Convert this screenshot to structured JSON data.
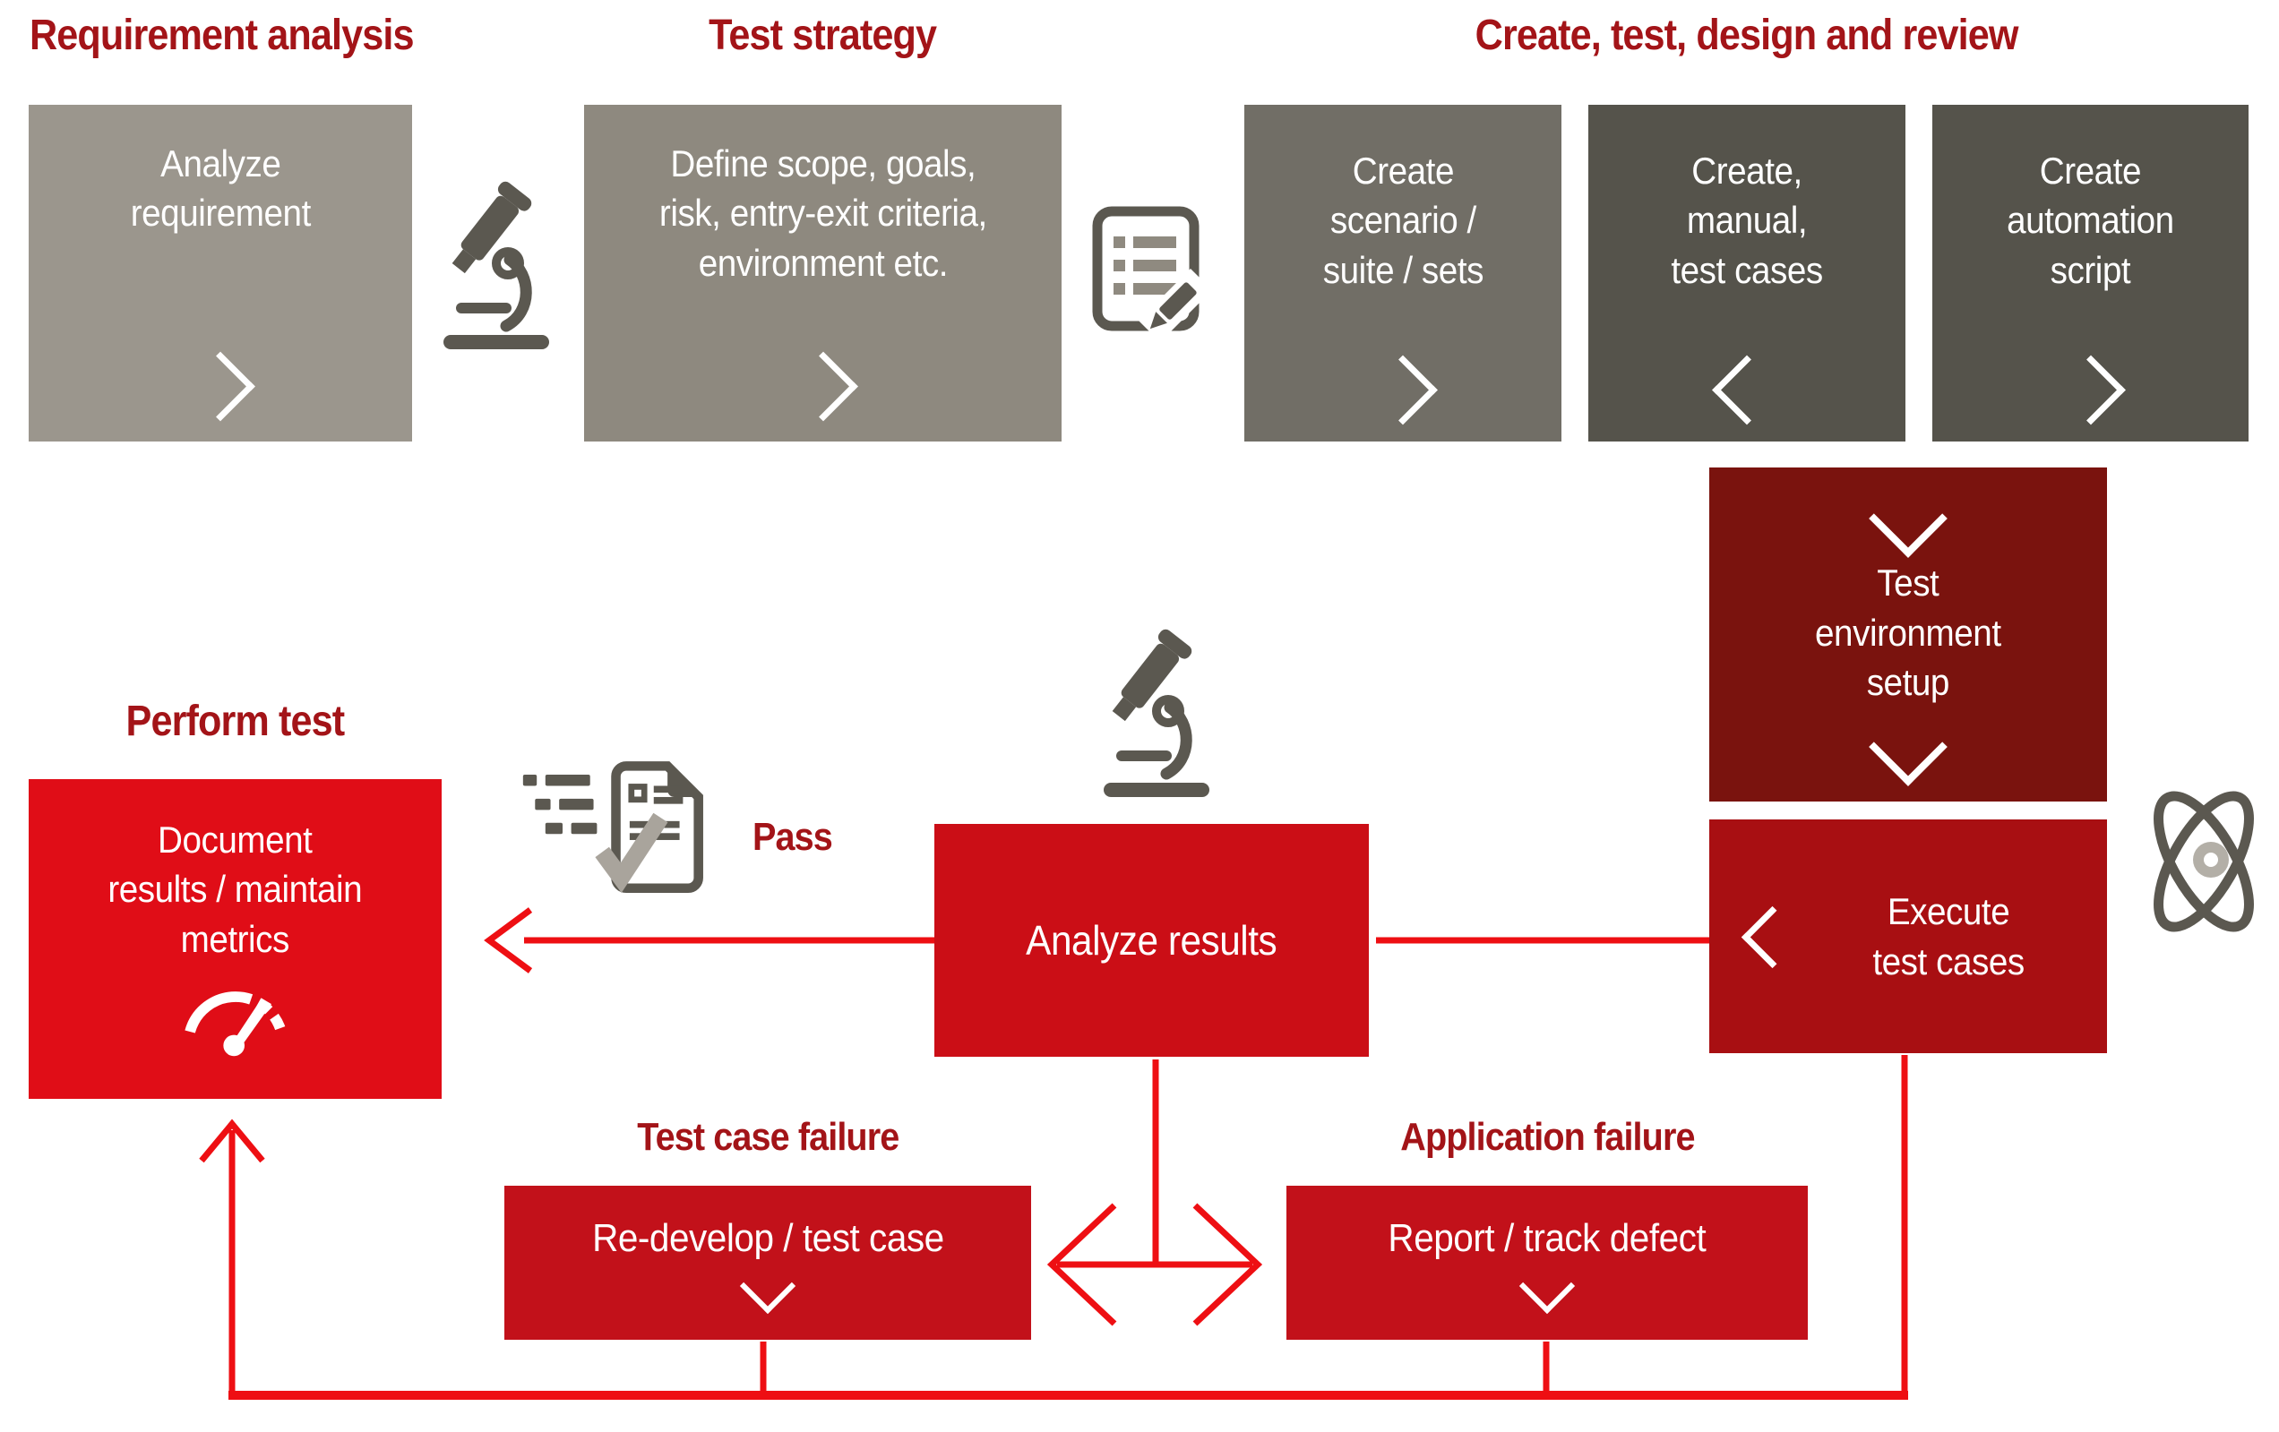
{
  "headings": {
    "requirement_analysis": "Requirement analysis",
    "test_strategy": "Test strategy",
    "create_test_design_review": "Create, test, design and review",
    "perform_test": "Perform test",
    "pass_label": "Pass",
    "test_case_failure": "Test case failure",
    "application_failure": "Application failure"
  },
  "boxes": {
    "analyze_requirement": "Analyze\nrequirement",
    "define_scope": "Define scope, goals,\nrisk, entry-exit criteria,\nenvironment etc.",
    "create_scenario": "Create\nscenario /\nsuite / sets",
    "create_manual": "Create,\nmanual,\ntest cases",
    "create_automation": "Create\nautomation\nscript",
    "test_environment_setup": "Test\nenvironment\nsetup",
    "execute_test_cases": "Execute\ntest cases",
    "analyze_results": "Analyze results",
    "document_results": "Document\nresults / maintain\nmetrics",
    "redevelop_test_case": "Re-develop / test case",
    "report_track_defect": "Report / track defect"
  },
  "icons": {
    "microscope": "microscope-icon",
    "checklist_pencil": "checklist-pencil-icon",
    "atom": "atom-icon",
    "speedometer": "speedometer-icon",
    "fast_document_check": "fast-document-check-icon",
    "chevron_right": "chevron-right-icon",
    "chevron_left": "chevron-left-icon",
    "chevron_down": "chevron-down-icon"
  },
  "colors": {
    "heading_red": "#a31418",
    "arrow_red": "#ee0f13",
    "box_gray_1": "#9b968d",
    "box_gray_2": "#8e897f",
    "box_gray_3": "#716e66",
    "box_gray_4": "#55534b",
    "box_dark_maroon": "#7a130e",
    "box_deep_red": "#a80f12",
    "box_red": "#cb0e16",
    "box_bright_red": "#e00d17",
    "box_mid_red": "#c2111a",
    "icon_gray": "#5b5850",
    "icon_light_gray": "#a9a49c"
  },
  "connections": [
    {
      "from": "execute_test_cases",
      "to": "analyze_results"
    },
    {
      "from": "analyze_results",
      "to": "document_results"
    },
    {
      "from": "analyze_results",
      "to": "redevelop_test_case"
    },
    {
      "from": "analyze_results",
      "to": "report_track_defect"
    },
    {
      "from": "redevelop_test_case",
      "to": "document_results"
    },
    {
      "from": "report_track_defect",
      "to": "document_results"
    }
  ]
}
